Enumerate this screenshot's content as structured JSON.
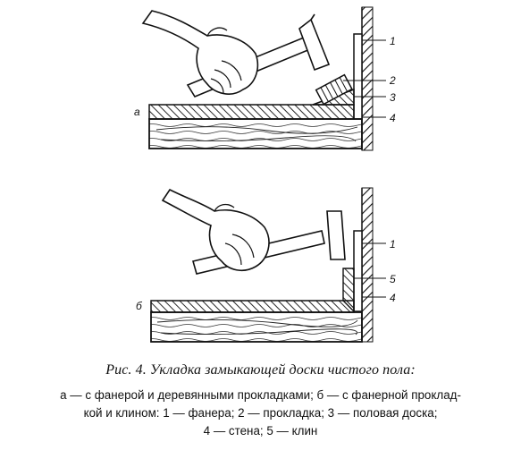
{
  "figure": {
    "top_panel_letter": "а",
    "bottom_panel_letter": "б",
    "top_callouts": [
      "1",
      "2",
      "3",
      "4"
    ],
    "bottom_callouts": [
      "1",
      "5",
      "4"
    ]
  },
  "caption": {
    "title": "Рис. 4. Укладка замыкающей доски чистого пола:",
    "line1": "а — с фанерой и деревянными прокладками; б — с фанерной проклад-",
    "line2": "кой и клином: 1 — фанера; 2 — прокладка; 3 — половая доска;",
    "line3": "4 — стена; 5 — клин"
  }
}
